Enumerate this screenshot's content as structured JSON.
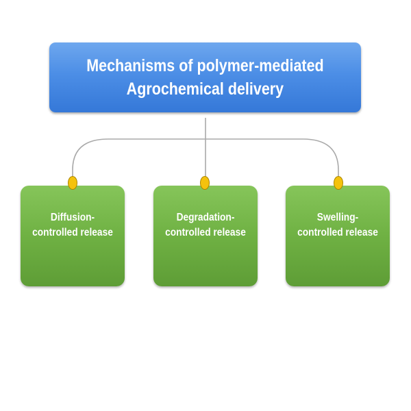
{
  "diagram": {
    "title_lines": [
      "Mechanisms of polymer-mediated",
      "Agrochemical delivery"
    ],
    "mechanisms": [
      {
        "label": "Diffusion-controlled release"
      },
      {
        "label": "Degradation-controlled release"
      },
      {
        "label": "Swelling-controlled release"
      }
    ],
    "colors": {
      "title_box": "#4c8ee6",
      "mechanism_box": "#6fb143",
      "connector_line": "#a9a9a9",
      "connector_knob": "#f4c20d",
      "text": "#ffffff"
    }
  }
}
